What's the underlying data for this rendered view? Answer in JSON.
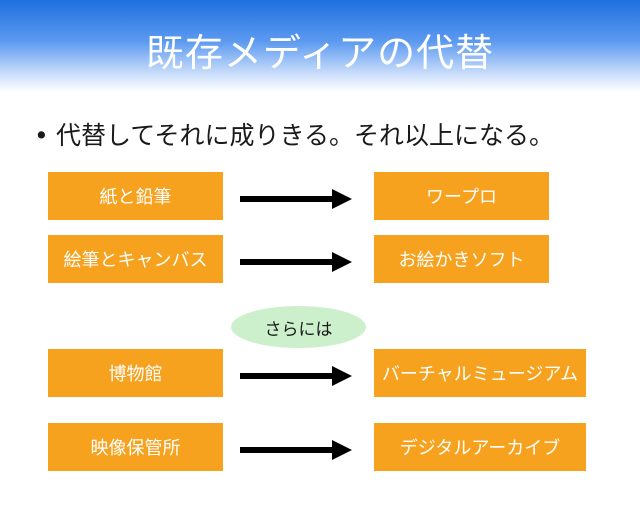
{
  "slide": {
    "title": "既存メディアの代替",
    "bullet_marker": "•",
    "bullet_text": "代替してそれに成りきる。それ以上になる。",
    "rows": [
      {
        "from": "紙と鉛筆",
        "to": "ワープロ"
      },
      {
        "from": "絵筆とキャンバス",
        "to": "お絵かきソフト"
      },
      {
        "from": "博物館",
        "to": "バーチャルミュージアム"
      },
      {
        "from": "映像保管所",
        "to": "デジタルアーカイブ"
      }
    ],
    "connector_label": "さらには"
  },
  "colors": {
    "box_fill": "#f7a21e",
    "oval_fill": "#ccf0cc",
    "header_blue": "#1f6fe0"
  }
}
